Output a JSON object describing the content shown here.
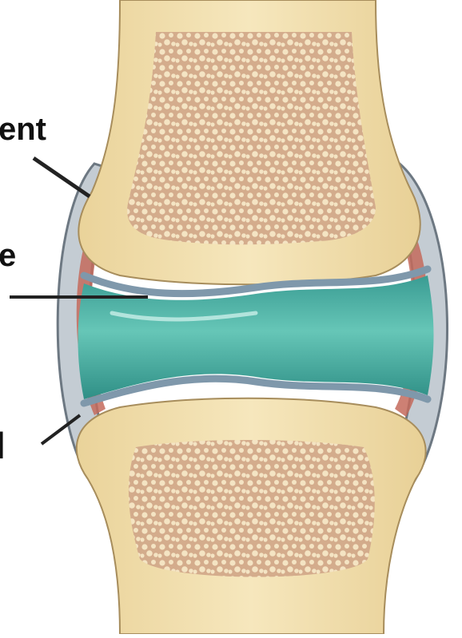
{
  "labels": {
    "top": "ent",
    "middle": "e",
    "bottom": "l"
  },
  "colors": {
    "bone": "#f3e2b3",
    "spongy_bone": "#d2a98a",
    "spongy_pore": "#f4e4c4",
    "cartilage_line": "#7f98ab",
    "synovial_fluid": "#4db2a6",
    "capsule": "#c4ccd3",
    "membrane": "#c46a5c",
    "background": "#ffffff"
  }
}
